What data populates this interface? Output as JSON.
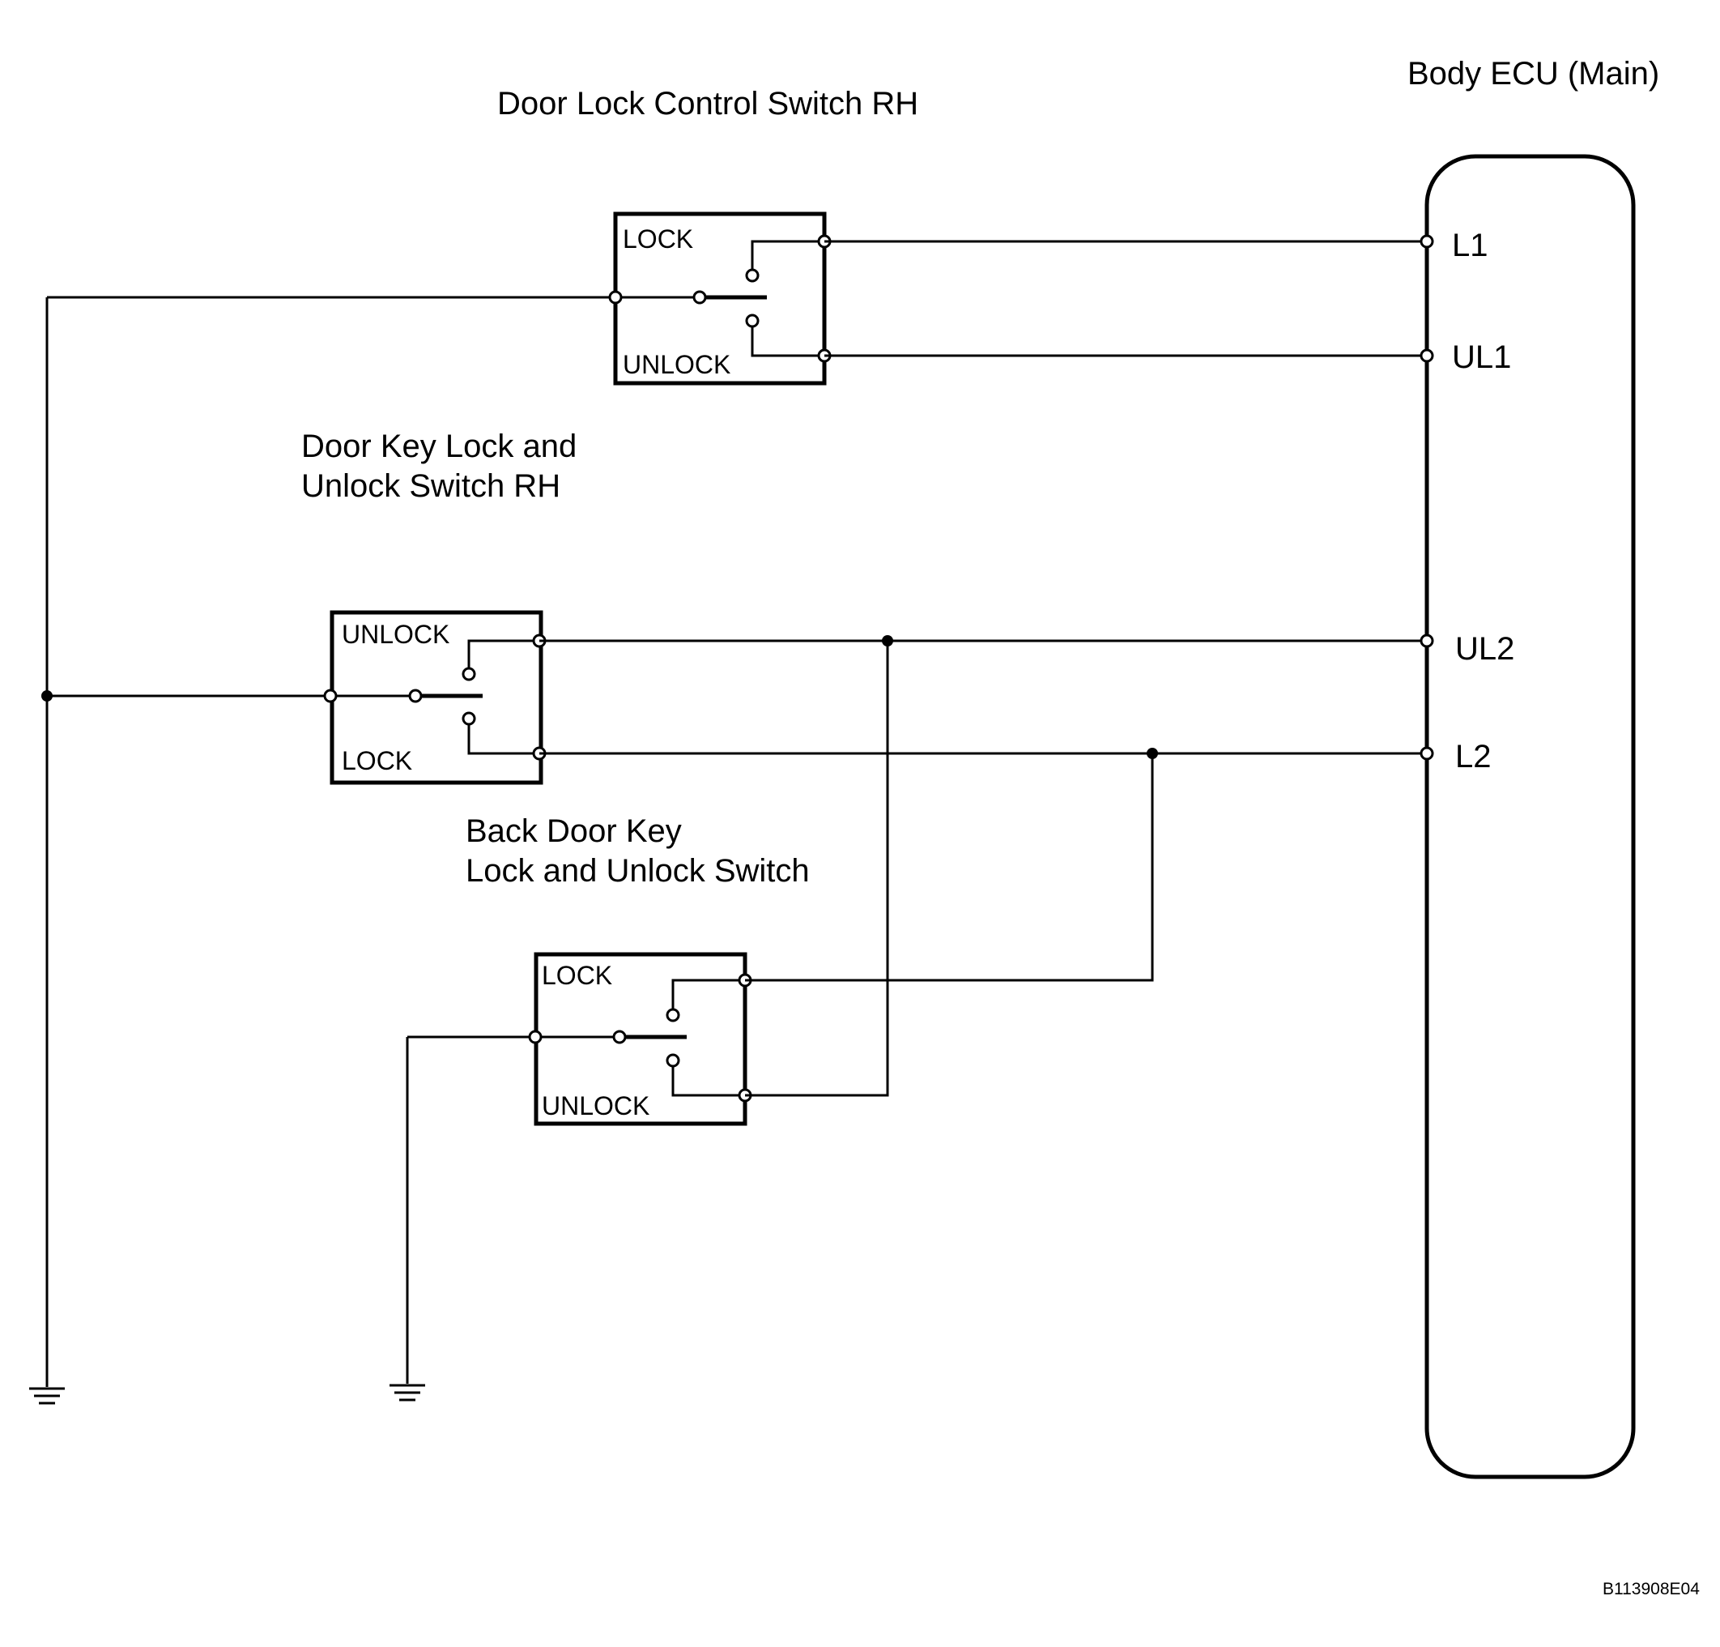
{
  "titles": {
    "ecu": "Body ECU (Main)",
    "control_switch": "Door Lock Control Switch RH",
    "key_switch_line1": "Door Key Lock and",
    "key_switch_line2": "Unlock Switch RH",
    "back_switch_line1": "Back Door Key",
    "back_switch_line2": "Lock and Unlock Switch"
  },
  "switch_labels": {
    "control_top": "LOCK",
    "control_bottom": "UNLOCK",
    "key_top": "UNLOCK",
    "key_bottom": "LOCK",
    "back_top": "LOCK",
    "back_bottom": "UNLOCK"
  },
  "pins": {
    "l1": "L1",
    "ul1": "UL1",
    "ul2": "UL2",
    "l2": "L2"
  },
  "reference": "B113908E04"
}
